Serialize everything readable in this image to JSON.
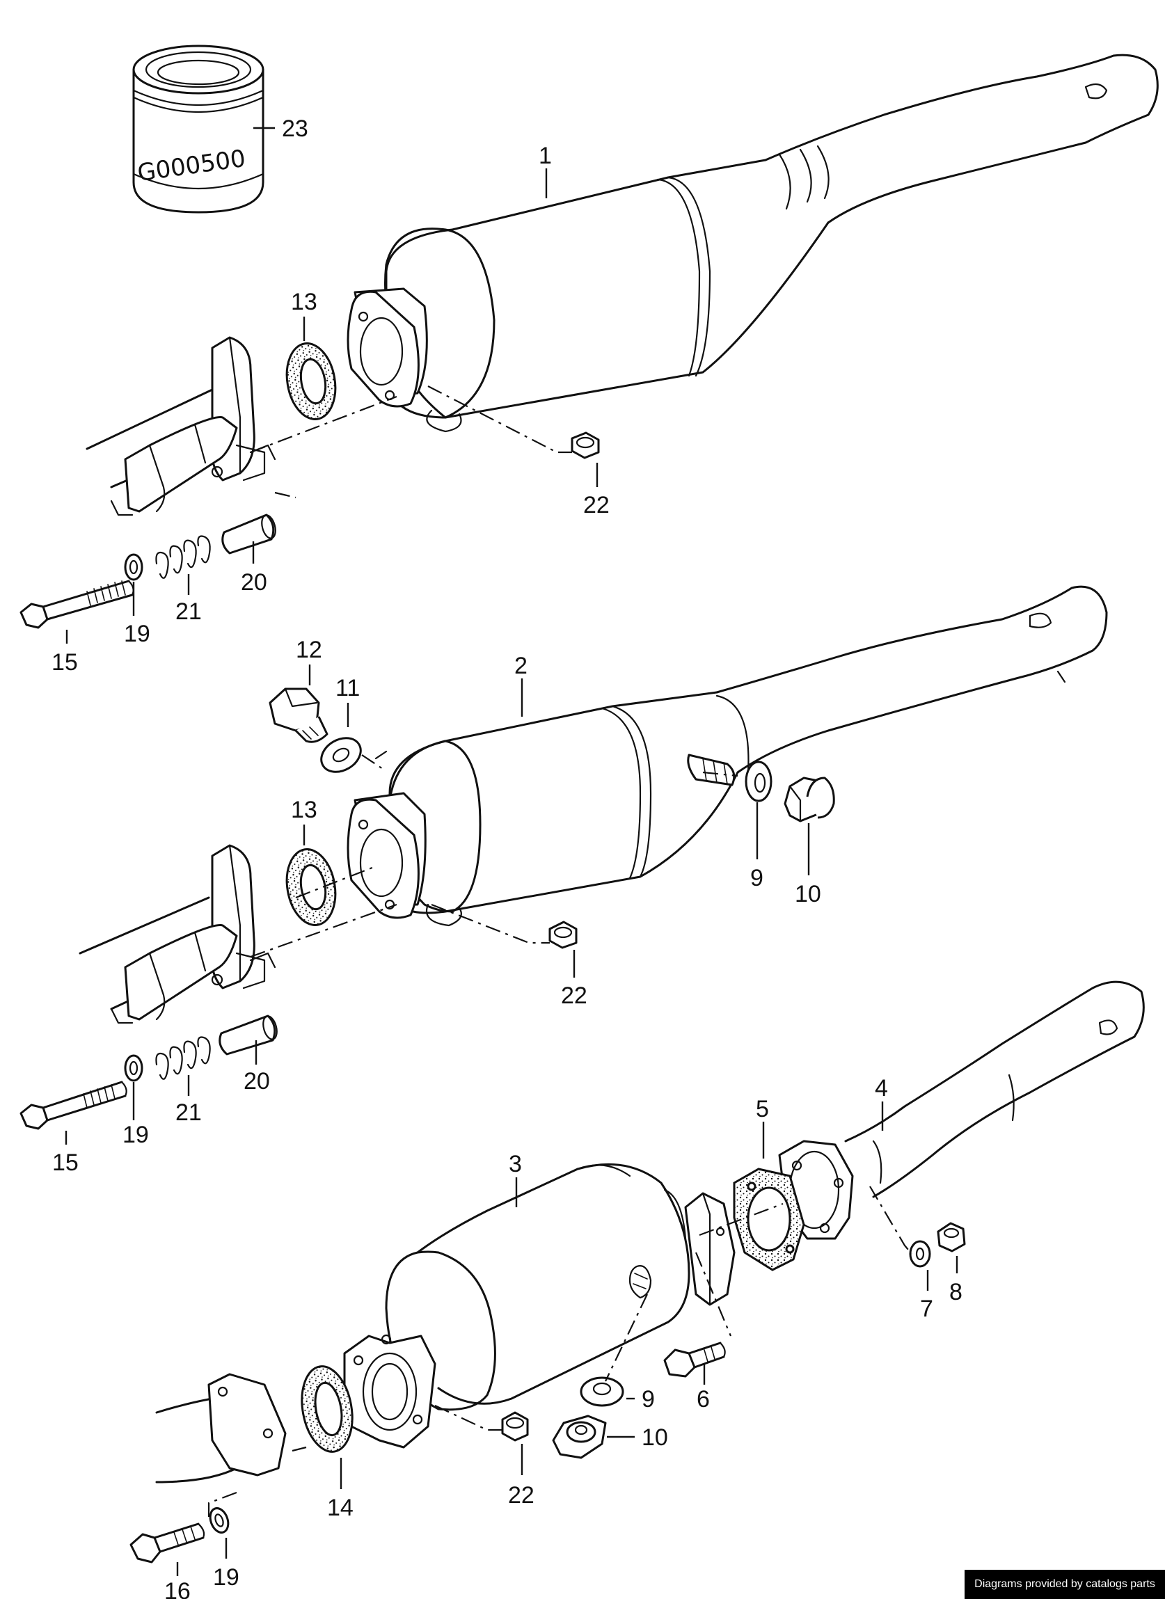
{
  "diagram": {
    "callouts": {
      "c1": "1",
      "c2": "2",
      "c3": "3",
      "c4": "4",
      "c5": "5",
      "c6": "6",
      "c7": "7",
      "c8": "8",
      "c9a": "9",
      "c9b": "9",
      "c10a": "10",
      "c10b": "10",
      "c11": "11",
      "c12": "12",
      "c13a": "13",
      "c13b": "13",
      "c14": "14",
      "c15a": "15",
      "c15b": "15",
      "c16": "16",
      "c19a": "19",
      "c19b": "19",
      "c19c": "19",
      "c20a": "20",
      "c20b": "20",
      "c21a": "21",
      "c21b": "21",
      "c22a": "22",
      "c22b": "22",
      "c22c": "22",
      "c23": "23"
    },
    "can_stamp": "G000500"
  },
  "footer": {
    "credit": "Diagrams provided by catalogs parts"
  }
}
